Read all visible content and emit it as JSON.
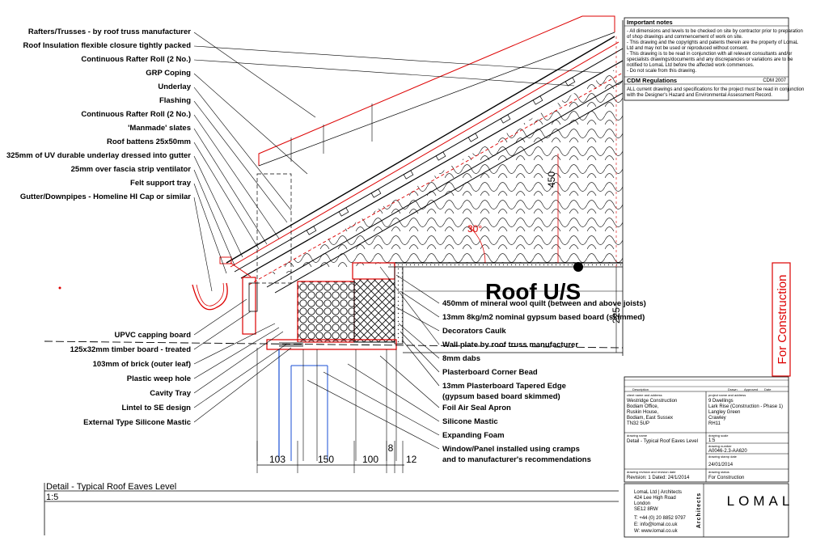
{
  "left_labels": [
    "Rafters/Trusses - by roof truss manufacturer",
    "Roof Insulation flexible closure tightly packed",
    "Continuous Rafter Roll (2 No.)",
    "GRP Coping",
    "Underlay",
    "Flashing",
    "Continuous Rafter Roll (2 No.)",
    "'Manmade' slates",
    "Roof battens 25x50mm",
    "325mm of UV durable underlay dressed into gutter",
    "25mm over fascia strip ventilator",
    "Felt support tray",
    "Gutter/Downpipes - Homeline HI Cap or similar"
  ],
  "left_labels_lower": [
    "UPVC capping board",
    "125x32mm timber board - treated",
    "103mm of brick (outer leaf)",
    "Plastic weep hole",
    "Cavity Tray",
    "Lintel to SE design",
    "External Type Silicone Mastic"
  ],
  "right_labels": [
    "450mm of mineral wool quilt (between and above joists)",
    "13mm 8kg/m2 nominal gypsum based board (skimmed)",
    "Decorators Caulk",
    "Wall plate by roof truss manufacturer",
    "8mm dabs",
    "Plasterboard Corner Bead",
    "13mm Plasterboard Tapered Edge",
    "(gypsum based board skimmed)",
    "Foil Air Seal Apron",
    "Silicone Mastic",
    "Expanding Foam",
    "Window/Panel installed using cramps",
    "and to manufacturer's recommendations"
  ],
  "roof_title": "Roof U/S",
  "dims": {
    "d103": "103",
    "d150": "150",
    "d100": "100",
    "d8": "8",
    "d12": "12",
    "d225": "225",
    "d450": "450",
    "angle": "30°"
  },
  "footer": {
    "title": "Detail - Typical Roof Eaves Level",
    "scale": "1:5"
  },
  "notes": {
    "heading": "Important notes",
    "lines": [
      "- All dimensions and levels to be checked on site by contractor prior to preparation",
      "of shop drawings and commencement of work on site.",
      "- This drawing and the copyrights and patents therein are the property of LomaL",
      "Ltd and may not be used or reproduced without consent.",
      "- This drawing is to be read in conjunction with all relevant consultants and/or",
      "specialists drawings/documents and any discrepancies or variations are to be",
      "notified to LomaL Ltd before the affected work commences.",
      "- Do not scale from this drawing."
    ],
    "cdm_heading": "CDM Regulations",
    "cdm_year": "CDM 2007",
    "cdm_lines": [
      "ALL current drawings and specifications for the project must be read in conjunction",
      "with the Designer's Hazard and Environmental Assessment Record."
    ]
  },
  "status_stamp": "For Construction",
  "title_block": {
    "client_label": "client name and address",
    "client_lines": [
      "Westridge Construction",
      "Bodiam Office,",
      "Ruskin House,",
      "Bodiam, East Sussex",
      "TN32 5UP"
    ],
    "project_label": "project name and address",
    "project_lines": [
      "9 Dwellings",
      "Lark Rise (Construction - Phase 1)",
      "Langley Green",
      "Crawley",
      "RH11"
    ],
    "drawing_name_label": "drawing name",
    "drawing_name": "Detail - Typical Roof Eaves Level",
    "scale_label": "drawing scale",
    "scale": "1:5",
    "number_label": "drawing number",
    "number": "A0046-2.3-AA620",
    "stamp_date_label": "drawing stamp date",
    "stamp_date": "24/01/2014",
    "status_label": "drawing status",
    "status": "For Construction",
    "revision_label": "drawing revision and revision date",
    "revision": "Revision: 1  Dated: 24/1/2014",
    "rev_cols": [
      "Description",
      "Drawn",
      "Approved",
      "Date"
    ]
  },
  "practice": {
    "name": "LomaL Ltd | Architects",
    "lines": [
      "424 Lee High Road",
      "London",
      "SE12 8RW"
    ],
    "tel": "T: +44 (0) 20 8852 9797",
    "email": "E: info@lomal.co.uk",
    "web": "W: www.lomal.co.uk",
    "vertical": "Architects",
    "logo": "LOMAL"
  }
}
